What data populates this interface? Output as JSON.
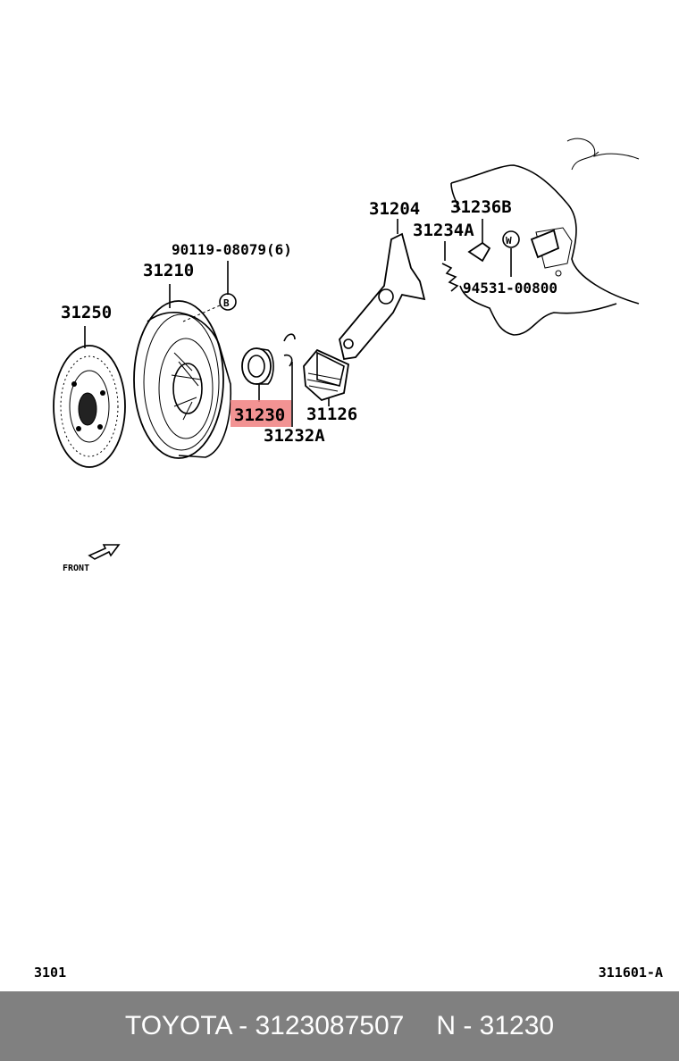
{
  "parts": {
    "p31250": "31250",
    "p31210": "31210",
    "p90119": "90119-08079(6)",
    "p31230": "31230",
    "p31232A": "31232A",
    "p31126": "31126",
    "p31204": "31204",
    "p31234A": "31234A",
    "p31236B": "31236B",
    "p94531": "94531-00800"
  },
  "callouts": {
    "b": "B",
    "w": "W"
  },
  "front_label": "FRONT",
  "highlight_color": "#f08080",
  "corner": {
    "left": "3101",
    "right": "311601-A"
  },
  "footer": {
    "brand_part": "TOYOTA - 3123087507",
    "ref": "N - 31230"
  }
}
